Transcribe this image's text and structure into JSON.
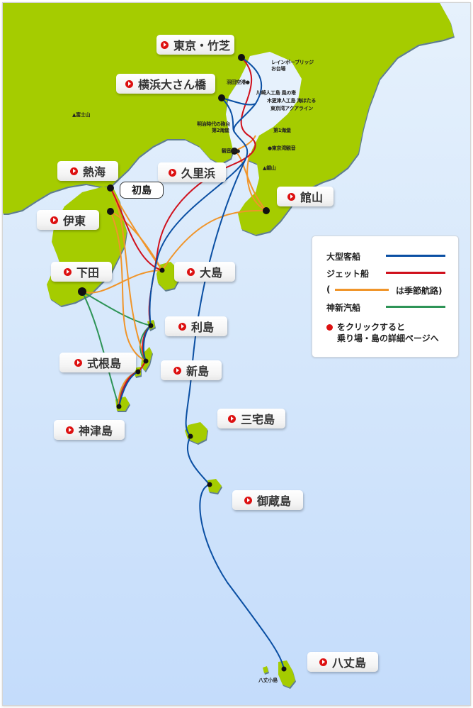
{
  "map": {
    "colors": {
      "land": "#a5cc00",
      "land_edge": "#5f7d8e",
      "sea_top": "#e6f1fc",
      "sea_bottom": "#c4dcfb",
      "large_ship": "#0a4fa3",
      "jet_ship": "#d0101c",
      "seasonal": "#f0952a",
      "shinshin": "#2e9457",
      "port_dot": "#111111"
    },
    "ports": [
      {
        "id": "tokyo",
        "label": "東京・竹芝"
      },
      {
        "id": "yokohama",
        "label": "横浜大さん橋"
      },
      {
        "id": "atami",
        "label": "熱海"
      },
      {
        "id": "kurihama",
        "label": "久里浜"
      },
      {
        "id": "ito",
        "label": "伊東"
      },
      {
        "id": "tateyama",
        "label": "館山"
      },
      {
        "id": "shimoda",
        "label": "下田"
      },
      {
        "id": "oshima",
        "label": "大島"
      },
      {
        "id": "toshima",
        "label": "利島"
      },
      {
        "id": "shikinejima",
        "label": "式根島"
      },
      {
        "id": "niijima",
        "label": "新島"
      },
      {
        "id": "kozushima",
        "label": "神津島"
      },
      {
        "id": "miyakejima",
        "label": "三宅島"
      },
      {
        "id": "mikurajima",
        "label": "御蔵島"
      },
      {
        "id": "hachijojima",
        "label": "八丈島"
      }
    ],
    "hatsushima_label": "初島",
    "landmarks": [
      {
        "id": "fuji",
        "label": "▲富士山"
      },
      {
        "id": "rainbow",
        "label": "レインボーブリッジ"
      },
      {
        "id": "odaiba",
        "label": "お台場"
      },
      {
        "id": "haneda",
        "label": "羽田空港●"
      },
      {
        "id": "kawasaki",
        "label": "川崎人工島 風の塔"
      },
      {
        "id": "kisarazu",
        "label": "木更津人工島 海ほたる"
      },
      {
        "id": "aqualine",
        "label": "東京湾アクアライン"
      },
      {
        "id": "meiji1",
        "label": "明治時代の砲台"
      },
      {
        "id": "meiji2",
        "label": "第2海堡"
      },
      {
        "id": "daiichi",
        "label": "第1海堡"
      },
      {
        "id": "kannonzaki",
        "label": "観音崎●"
      },
      {
        "id": "tokyowan_kannon",
        "label": "●東京湾観音"
      },
      {
        "id": "nokogiri",
        "label": "▲鋸山"
      },
      {
        "id": "hachijo_kojima",
        "label": "八丈小島"
      }
    ]
  },
  "legend": {
    "large_ship": "大型客船",
    "jet_ship": "ジェット船",
    "seasonal_open": "(",
    "seasonal_close": "は季節航路)",
    "shinshin": "神新汽船",
    "note_line1": "をクリックすると",
    "note_line2": "乗り場・島の詳細ページへ"
  }
}
